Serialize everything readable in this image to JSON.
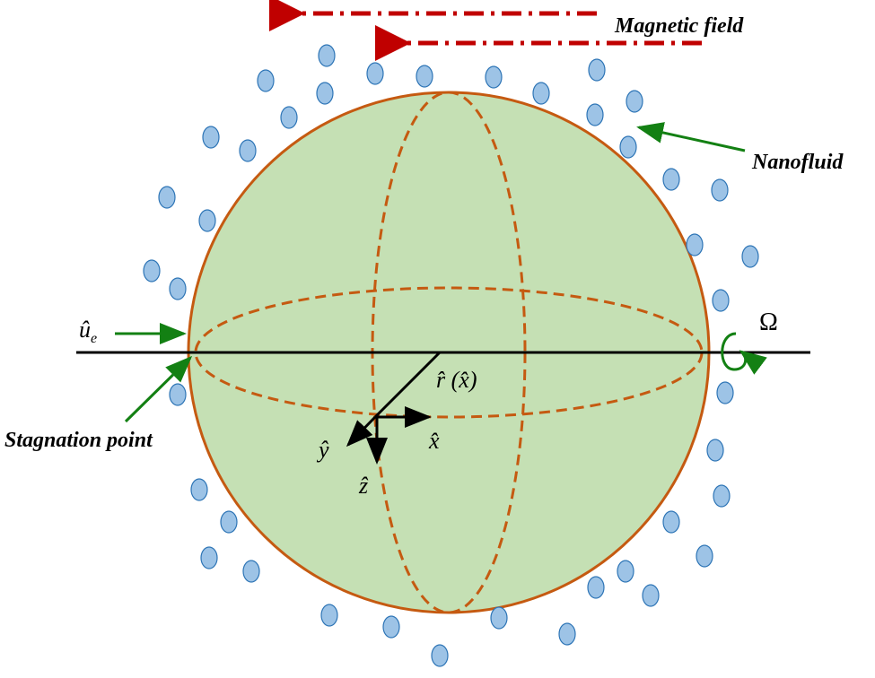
{
  "labels": {
    "magnetic_field": "Magnetic field",
    "nanofluid": "Nanofluid",
    "stagnation_point": "Stagnation point",
    "free_stream_velocity": "û",
    "free_stream_sub": "e",
    "omega": "Ω",
    "r_axis": "r̂ (x̂)",
    "x_axis": "x̂",
    "y_axis": "ŷ",
    "z_axis": "ẑ"
  },
  "colors": {
    "sphere_fill": "#c5e0b4",
    "sphere_stroke": "#c55a11",
    "particle_fill": "#9dc3e6",
    "particle_stroke": "#2e75b6",
    "field_arrow": "#c00000",
    "pointer_arrow": "#138013"
  }
}
